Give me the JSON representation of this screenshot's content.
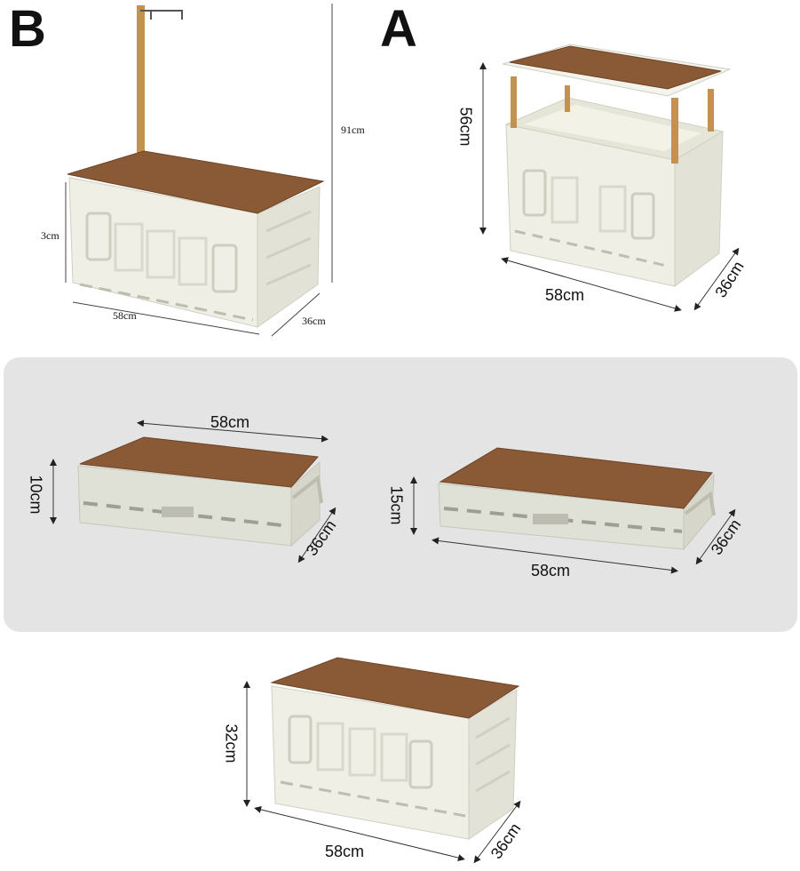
{
  "labels": {
    "variant_b": "B",
    "variant_a": "A"
  },
  "dimensions": {
    "b_height": "91cm",
    "b_side_height": "3cm",
    "b_length": "58cm",
    "b_width": "36cm",
    "a_height": "56cm",
    "a_length": "58cm",
    "a_width": "36cm",
    "folded1_length": "58cm",
    "folded1_height": "10cm",
    "folded1_width": "36cm",
    "folded2_height": "15cm",
    "folded2_length": "58cm",
    "folded2_width": "36cm",
    "closed_height": "32cm",
    "closed_length": "58cm",
    "closed_width": "36cm"
  },
  "colors": {
    "wood": "#8a5a36",
    "wood_dark": "#6e4427",
    "box": "#eeeee4",
    "box_shade": "#d6d6cb",
    "panel": "#e4e4e4"
  }
}
